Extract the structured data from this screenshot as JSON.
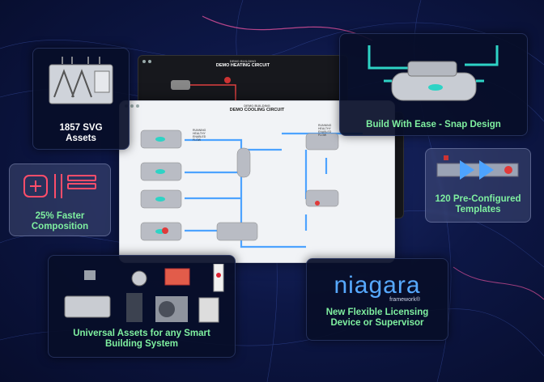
{
  "features": {
    "svg_assets": "1857 SVG\nAssets",
    "faster": "25% Faster\nComposition",
    "universal": "Universal Assets for any Smart\nBuilding System",
    "snap": "Build With Ease - Snap Design",
    "templates": "120 Pre-Configured\nTemplates",
    "licensing": "New Flexible Licensing\nDevice or Supervisor"
  },
  "brand": {
    "name": "niagara",
    "sub": "framework®"
  },
  "heating": {
    "building": "DEMO BUILDING",
    "title": "DEMO HEATING CIRCUIT"
  },
  "cooling": {
    "building": "DEMO BUILDING",
    "title": "DEMO COOLING CIRCUIT"
  },
  "status_items": [
    "RUNNING",
    "HEALTHY",
    "ENABLED",
    "FLOW"
  ],
  "colors": {
    "accent_green": "#7ff0a0",
    "pipe_blue": "#4da3ff",
    "teal": "#2ed3c5"
  }
}
